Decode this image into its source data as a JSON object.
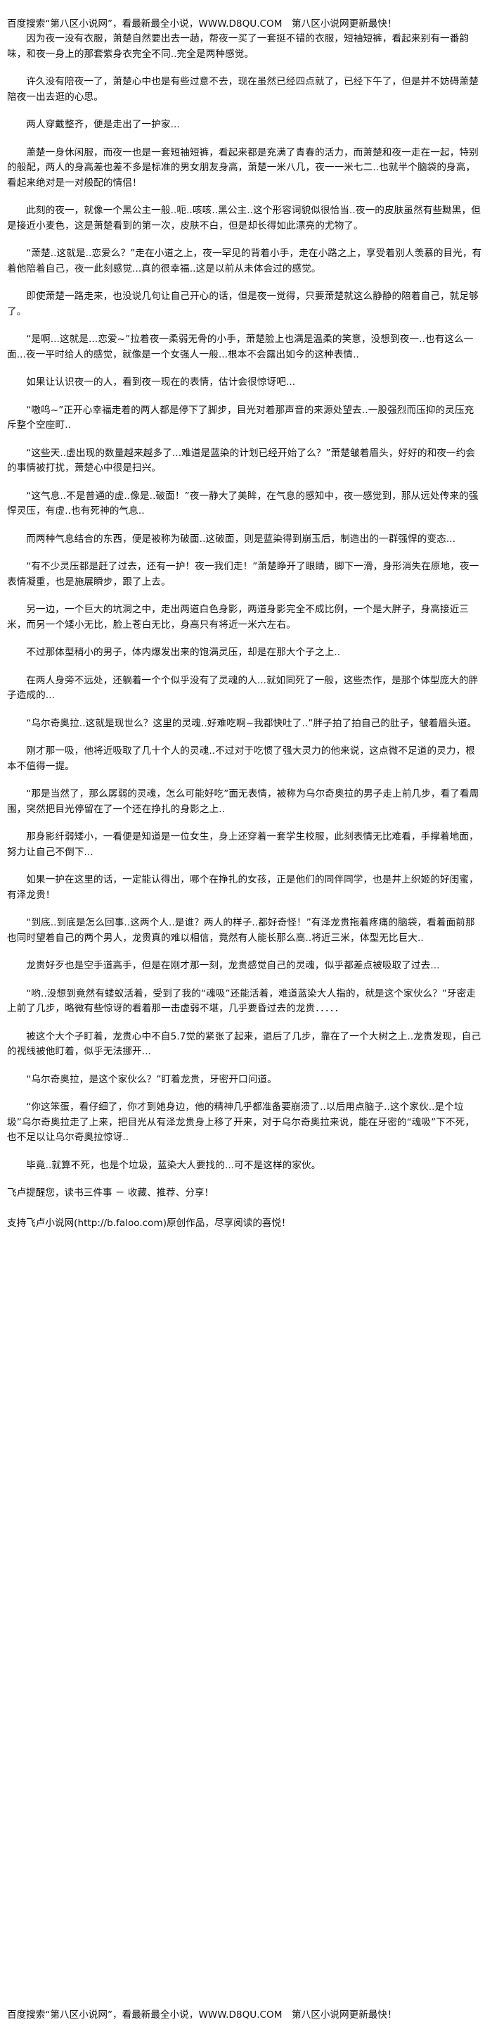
{
  "header_banner": "百度搜索“第八区小说网”，看最新最全小说，WWW.D8QU.COM　第八区小说网更新最快！",
  "paragraphs": [
    "因为夜一没有衣服，萧楚自然要出去一趟，帮夜一买了一套挺不错的衣服，短袖短裤，看起来别有一番韵味，和夜一身上的那套紫身衣完全不同..完全是两种感觉。",
    "许久没有陪夜一了，萧楚心中也是有些过意不去，现在虽然已经四点就了，已经下午了，但是并不妨碍萧楚陪夜一出去逛的心思。",
    "两人穿戴整齐，便是走出了一护家...",
    "萧楚一身休闲服，而夜一也是一套短袖短裤，看起来都是充满了青春的活力，而萧楚和夜一走在一起，特别的般配，两人的身高差也差不多是标准的男女朋友身高，萧楚一米八几，夜一一米七二..也就半个脑袋的身高，看起来绝对是一对般配的情侣！",
    "此刻的夜一，就像一个黑公主一般..呃..咳咳..黑公主..这个形容词貌似很恰当..夜一的皮肤虽然有些黝黑，但是接近小麦色，这是萧楚看到的第一次，皮肤不白，但是却长得如此漂亮的尤物了。",
    "“萧楚..这就是..恋爱么？”走在小道之上，夜一罕见的背着小手，走在小路之上，享受着别人羡慕的目光，有着他陪着自己，夜一此刻感觉...真的很幸福..这是以前从未体会过的感觉。",
    "即使萧楚一路走来，也没说几句让自己开心的话，但是夜一觉得，只要萧楚就这么静静的陪着自己，就足够了。",
    "“是啊...这就是...恋爱~”拉着夜一柔弱无骨的小手，萧楚脸上也满是温柔的笑意，没想到夜一..也有这么一面...夜一平时给人的感觉，就像是一个女强人一般...根本不会露出如今的这种表情..",
    "如果让认识夜一的人，看到夜一现在的表情，估计会很惊讶吧...",
    "“嗷呜~”正开心幸福走着的两人都是停下了脚步，目光对着那声音的来源处望去..一股强烈而压抑的灵压充斥整个空座町..",
    "“这些天..虚出现的数量越来越多了...难道是蓝染的计划已经开始了么？”萧楚皱着眉头，好好的和夜一约会的事情被打扰，萧楚心中很是扫兴。",
    "“这气息..不是普通的虚..像是..破面！”夜一静大了美眸，在气息的感知中，夜一感觉到，那从远处传来的强悍灵压，有虚..也有死神的气息..",
    "而两种气息结合的东西，便是被称为破面..这破面，则是蓝染得到崩玉后，制造出的一群强悍的变态...",
    "“有不少灵压都是赶了过去，还有一护！夜一我们走！”萧楚睁开了眼睛，脚下一滑，身形消失在原地，夜一表情凝重，也是施展瞬步，跟了上去。",
    "另一边，一个巨大的坑洞之中，走出两道白色身影，两道身影完全不成比例，一个是大胖子，身高接近三米，而另一个矮小无比，脸上苍白无比，身高只有将近一米六左右。",
    "不过那体型稍小的男子，体内爆发出来的饱满灵压，却是在那大个子之上..",
    "在两人身旁不远处，还躺着一个个似乎没有了灵魂的人...就如同死了一般，这些杰作，是那个体型庞大的胖子造成的...",
    "“乌尔奇奥拉..这就是现世么？这里的灵魂..好难吃啊~我都快吐了..”胖子拍了拍自己的肚子，皱着眉头道。",
    "刚才那一吸，他将近吸取了几十个人的灵魂..不过对于吃惯了强大灵力的他来说，这点微不足道的灵力，根本不值得一提。",
    "“那是当然了，那么孱弱的灵魂，怎么可能好吃”面无表情，被称为乌尔奇奥拉的男子走上前几步，看了看周围，突然把目光停留在了一个还在挣扎的身影之上..",
    "那身影纤弱矮小，一看便是知道是一位女生，身上还穿着一套学生校服，此刻表情无比难看，手撑着地面，努力让自己不倒下...",
    "如果一护在这里的话，一定能认得出，哪个在挣扎的女孩，正是他们的同伴同学，也是井上织姬的好闺蜜，有泽龙贵！",
    "“到底..到底是怎么回事..这两个人..是谁？两人的样子..都好奇怪！”有泽龙贵拖着疼痛的脑袋，看着面前那也同时望着自己的两个男人，龙贵真的难以相信，竟然有人能长那么高..将近三米，体型无比巨大..",
    "龙贵好歹也是空手道高手，但是在刚才那一刻，龙贵感觉自己的灵魂，似乎都差点被吸取了过去...",
    "“哟..没想到竟然有蝼蚁活着，受到了我的“魂吸”还能活着，难道蓝染大人指的，就是这个家伙么？”牙密走上前了几步，略微有些惊讶的看着那一击虚弱不堪，几乎要昏过去的龙贵．．．．．",
    "被这个大个子盯着，龙贵心中不自5.7觉的紧张了起来，退后了几步，靠在了一个大树之上..龙贵发现，自己的视线被他盯着，似乎无法挪开...",
    "“乌尔奇奥拉，是这个家伙么？”盯着龙贵，牙密开口问道。",
    "“你这笨蛋，看仔细了，你才到她身边，他的精神几乎都准备要崩溃了..以后用点脑子..这个家伙..是个垃圾”乌尔奇奥拉走了上来，把目光从有泽龙贵身上移了开来，对于乌尔奇奥拉来说，能在牙密的“魂吸”下不死，也不足以让乌尔奇奥拉惊讶..",
    "毕竟..就算不死，也是个垃圾，蓝染大人要找的...可不是这样的家伙。"
  ],
  "reminder": "飞卢提醒您，读书三件事 － 收藏、推荐、分享！",
  "support": "支持飞卢小说网(http://b.faloo.com)原创作品，尽享阅读的喜悦！",
  "footer_banner": "百度搜索“第八区小说网”，看最新最全小说，WWW.D8QU.COM　第八区小说网更新最快！"
}
